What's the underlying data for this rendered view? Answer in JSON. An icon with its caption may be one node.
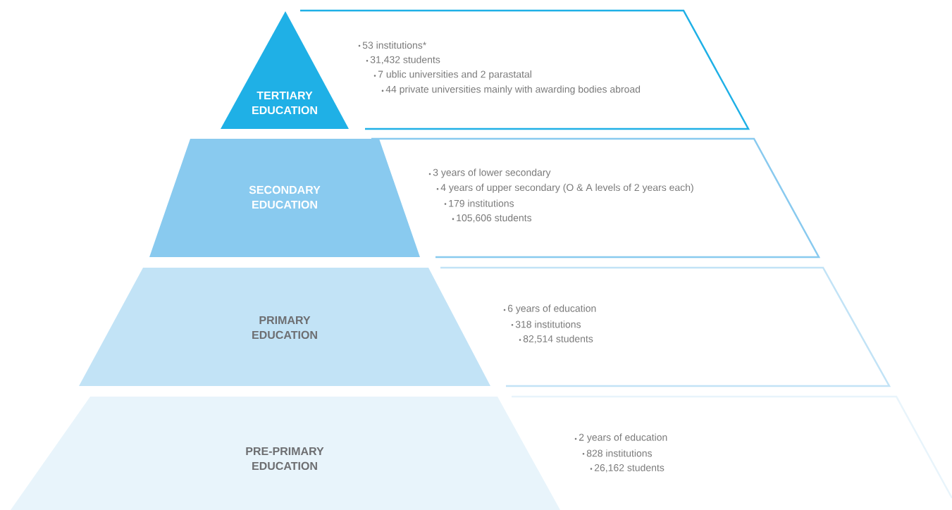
{
  "diagram": {
    "nodes": [
      {
        "text": [
          "TERTIARY EDUCATION"
        ]
      },
      {
        "text": [
          "53 institutions*",
          "31,432 students",
          "7 ublic universities and 2 parastatal",
          "44 private universities mainly with awarding bodies abroad"
        ]
      },
      {
        "text": [
          "SECONDARY EDUCATION"
        ]
      },
      {
        "text": [
          "3 years of lower secondary",
          "4 years of upper secondary (O & A levels of 2 years each)",
          "179 institutions",
          "105,606 students"
        ]
      },
      {
        "text": [
          "PRIMARY EDUCATION"
        ]
      },
      {
        "text": [
          "6 years of education",
          "318 institutions",
          "82,514 students"
        ]
      },
      {
        "text": [
          "PRE-PRIMARY EDUCATION"
        ]
      },
      {
        "text": [
          "2 years of education",
          "828 institutions",
          "26,162 students"
        ]
      }
    ]
  }
}
